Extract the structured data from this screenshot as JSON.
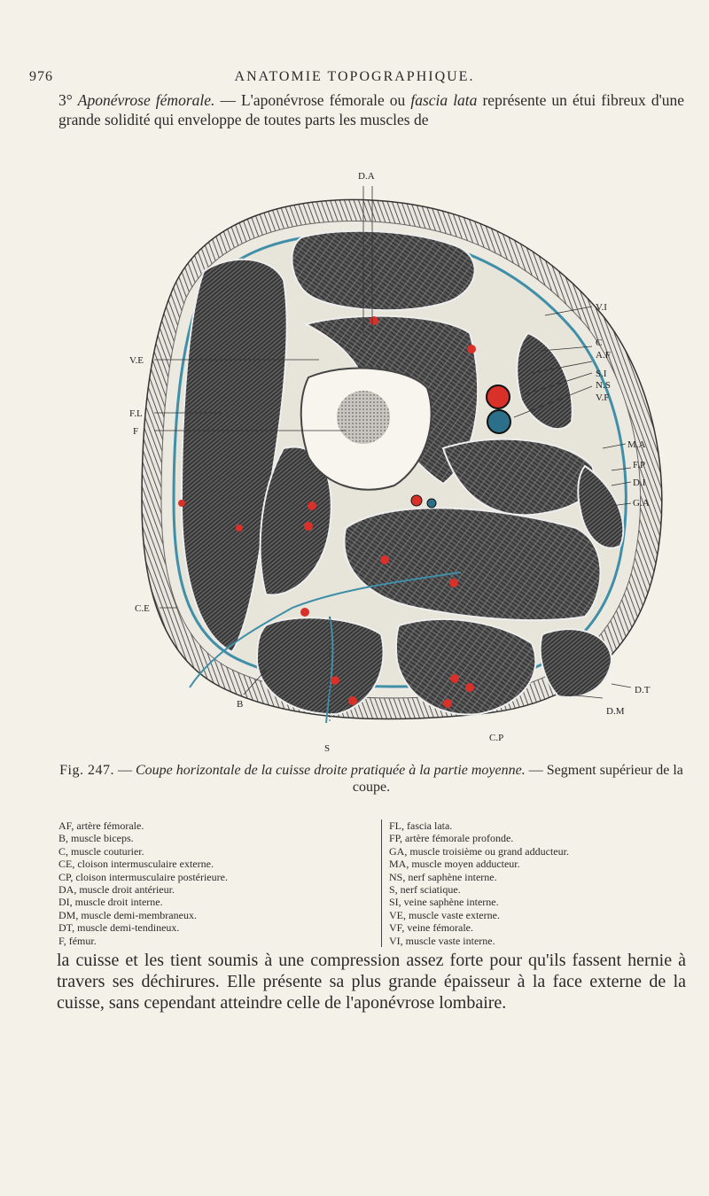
{
  "header": {
    "page_number": "976",
    "running_title": "ANATOMIE TOPOGRAPHIQUE."
  },
  "intro_paragraph": {
    "number": "3°",
    "heading": "Aponévrose fémorale.",
    "text_before": " — L'aponévrose fémorale ou ",
    "term": "fascia lata",
    "text_after": " représente un étui fibreux d'une grande solidité qui enveloppe de toutes parts les muscles de"
  },
  "figure": {
    "labels": {
      "DA": "D.A",
      "VI": "V.I",
      "C": "C",
      "AF": "A.F",
      "SI": "S.I",
      "NS": "N.S",
      "VF": "V.F",
      "MA": "M.A",
      "FP": "F.P",
      "DI": "D.I",
      "GA": "G.A",
      "VE": "V.E",
      "FL": "F.L",
      "F": "F",
      "CE": "C.E",
      "DT": "D.T",
      "DM": "D.M",
      "CP": "C.P",
      "B": "B",
      "S": "S"
    }
  },
  "caption": {
    "fig_number": "Fig. 247.",
    "dash": " — ",
    "title": "Coupe horizontale de la cuisse droite pratiquée à la partie moyenne.",
    "subtitle": " — Segment supérieur de la coupe."
  },
  "legend": {
    "left": [
      "AF, artère fémorale.",
      "B, muscle biceps.",
      "C, muscle couturier.",
      "CE, cloison intermusculaire externe.",
      "CP, cloison intermusculaire postérieure.",
      "DA, muscle droit antérieur.",
      "DI, muscle droit interne.",
      "DM, muscle demi-membraneux.",
      "DT, muscle demi-tendineux.",
      "F, fémur."
    ],
    "right": [
      "FL, fascia lata.",
      "FP, artère fémorale profonde.",
      "GA, muscle troisième ou grand adducteur.",
      "MA, muscle moyen adducteur.",
      "NS, nerf saphène interne.",
      "S, nerf sciatique.",
      "SI, veine saphène interne.",
      "VE, muscle vaste externe.",
      "VF, veine fémorale.",
      "VI, muscle vaste interne."
    ]
  },
  "closing_paragraph": "la cuisse et les tient soumis à une compression assez forte pour qu'ils fassent hernie à travers ses déchirures. Elle présente sa plus grande épaisseur à la face externe de la cuisse, sans cependant atteindre celle de l'aponévrose lombaire.",
  "colors": {
    "paper": "#f4f1e9",
    "muscle": "#585858",
    "fascia": "#3f8fa8",
    "artery": "#d9302a",
    "vein": "#2c6f8a",
    "bone": "#f7f5ee"
  }
}
